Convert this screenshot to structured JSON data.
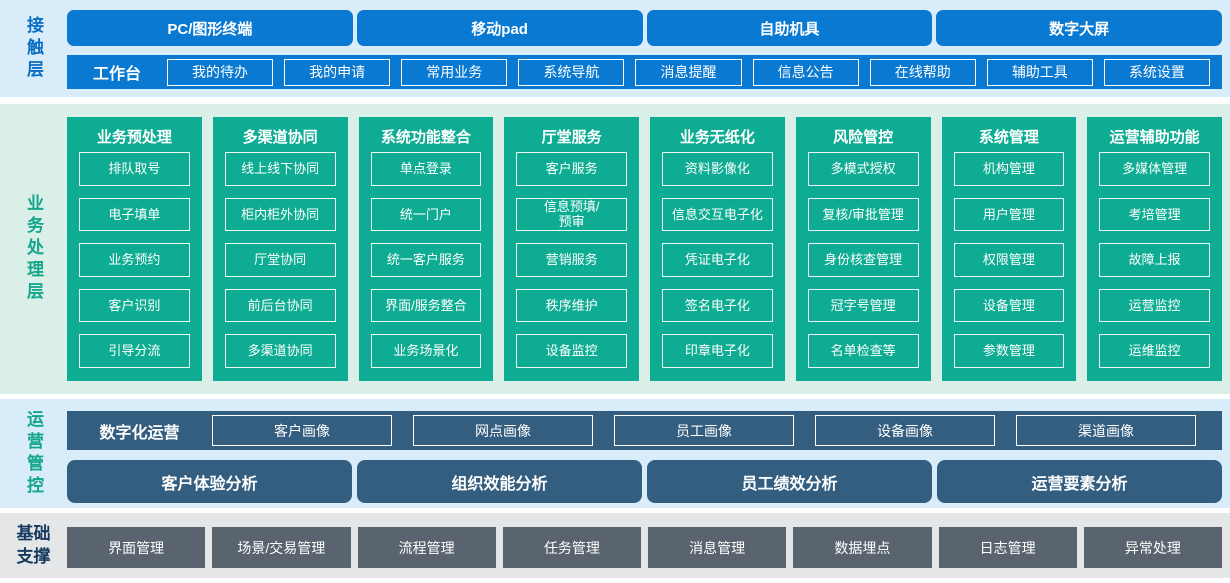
{
  "contact": {
    "label": "接触层",
    "terminals": [
      "PC/图形终端",
      "移动pad",
      "自助机具",
      "数字大屏"
    ],
    "workbench": {
      "label": "工作台",
      "items": [
        "我的待办",
        "我的申请",
        "常用业务",
        "系统导航",
        "消息提醒",
        "信息公告",
        "在线帮助",
        "辅助工具",
        "系统设置"
      ]
    }
  },
  "business": {
    "label": "业务处理层",
    "columns": [
      {
        "title": "业务预处理",
        "items": [
          "排队取号",
          "电子填单",
          "业务预约",
          "客户识别",
          "引导分流"
        ]
      },
      {
        "title": "多渠道协同",
        "items": [
          "线上线下协同",
          "柜内柜外协同",
          "厅堂协同",
          "前后台协同",
          "多渠道协同"
        ]
      },
      {
        "title": "系统功能整合",
        "items": [
          "单点登录",
          "统一门户",
          "统一客户服务",
          "界面/服务整合",
          "业务场景化"
        ]
      },
      {
        "title": "厅堂服务",
        "items": [
          "客户服务",
          "信息预填/\n预审",
          "营销服务",
          "秩序维护",
          "设备监控"
        ]
      },
      {
        "title": "业务无纸化",
        "items": [
          "资料影像化",
          "信息交互电子化",
          "凭证电子化",
          "签名电子化",
          "印章电子化"
        ]
      },
      {
        "title": "风险管控",
        "items": [
          "多模式授权",
          "复核/审批管理",
          "身份核查管理",
          "冠字号管理",
          "名单检查等"
        ]
      },
      {
        "title": "系统管理",
        "items": [
          "机构管理",
          "用户管理",
          "权限管理",
          "设备管理",
          "参数管理"
        ]
      },
      {
        "title": "运营辅助功能",
        "items": [
          "多媒体管理",
          "考培管理",
          "故障上报",
          "运营监控",
          "运维监控"
        ]
      }
    ]
  },
  "operations": {
    "label": "运营管控",
    "digital": {
      "label": "数字化运营",
      "items": [
        "客户画像",
        "网点画像",
        "员工画像",
        "设备画像",
        "渠道画像"
      ]
    },
    "analysis": [
      "客户体验分析",
      "组织效能分析",
      "员工绩效分析",
      "运营要素分析"
    ]
  },
  "foundation": {
    "label": "基础支撑",
    "items": [
      "界面管理",
      "场景/交易管理",
      "流程管理",
      "任务管理",
      "消息管理",
      "数据埋点",
      "日志管理",
      "异常处理"
    ]
  },
  "colors": {
    "blue": "#0a79d2",
    "blue-text": "#0a6fc4",
    "green-text": "#12a78c",
    "teal": "#0ead93",
    "slate": "#335e80",
    "gray": "#5a646e",
    "navy": "#16395e",
    "bg-blue": "#d8ecf9",
    "bg-green": "#d9efe8",
    "bg-gray": "#e4e6e8"
  }
}
